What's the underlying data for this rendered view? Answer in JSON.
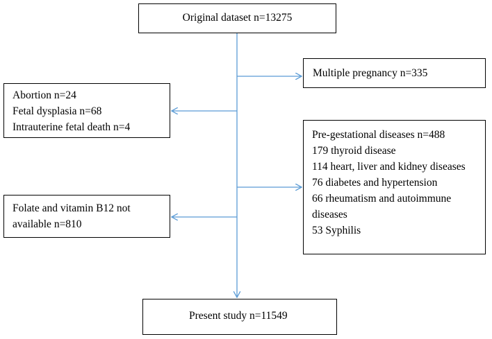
{
  "flowchart": {
    "original": {
      "text": "Original dataset n=13275"
    },
    "multiple_pregnancy": {
      "text": "Multiple pregnancy n=335"
    },
    "pregnancy_outcomes": {
      "lines": [
        "Abortion n=24",
        "Fetal dysplasia n=68",
        "Intrauterine fetal death n=4"
      ]
    },
    "pre_gestational": {
      "lines": [
        "Pre-gestational diseases n=488",
        "179 thyroid disease",
        "114 heart, liver and kidney diseases",
        "76 diabetes and hypertension",
        "66 rheumatism and autoimmune",
        "diseases",
        "53 Syphilis"
      ]
    },
    "folate_b12": {
      "lines": [
        "Folate and vitamin B12 not",
        "available n=810"
      ]
    },
    "present_study": {
      "text": "Present study n=11549"
    },
    "arrow_color": "#5b9bd5"
  }
}
